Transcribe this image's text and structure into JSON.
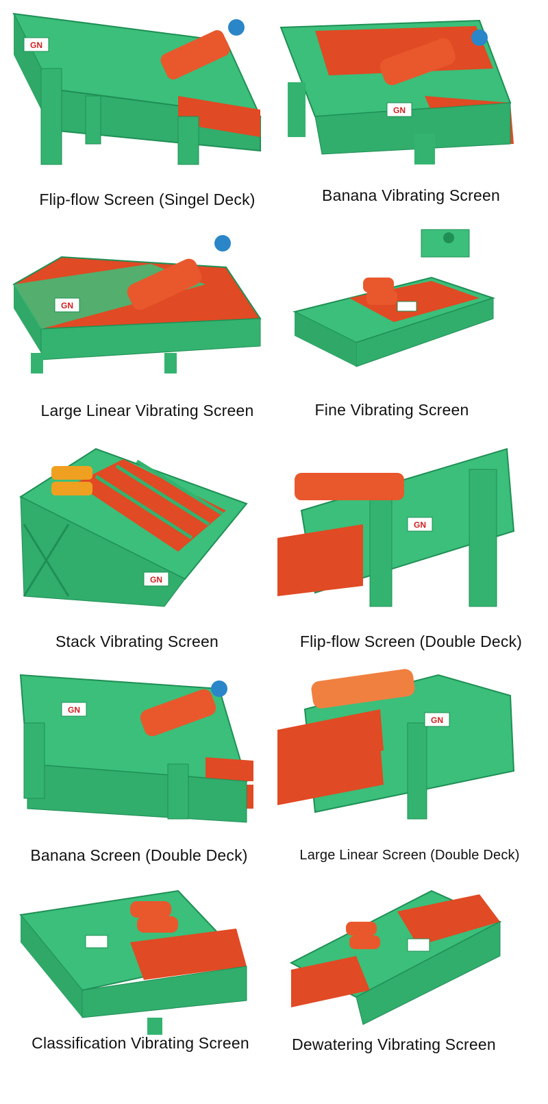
{
  "logo_text": "GN",
  "colors": {
    "frame": "#3bbf7a",
    "frame_dark": "#1f8f55",
    "deck": "#e04a24",
    "motor": "#e8582c",
    "motor_yellow": "#f0a020",
    "blue_motor": "#2a86c8",
    "shadow": "#1d6b42"
  },
  "products": [
    {
      "caption": "Flip-flow Screen (Singel Deck)"
    },
    {
      "caption": "Banana Vibrating Screen"
    },
    {
      "caption": "Large Linear Vibrating Screen"
    },
    {
      "caption": "Fine Vibrating Screen"
    },
    {
      "caption": "Stack Vibrating Screen"
    },
    {
      "caption": "Flip-flow Screen (Double Deck)"
    },
    {
      "caption": "Banana Screen (Double Deck)"
    },
    {
      "caption": "Large Linear Screen (Double Deck)"
    },
    {
      "caption": "Classification Vibrating Screen"
    },
    {
      "caption": "Dewatering Vibrating Screen"
    }
  ]
}
